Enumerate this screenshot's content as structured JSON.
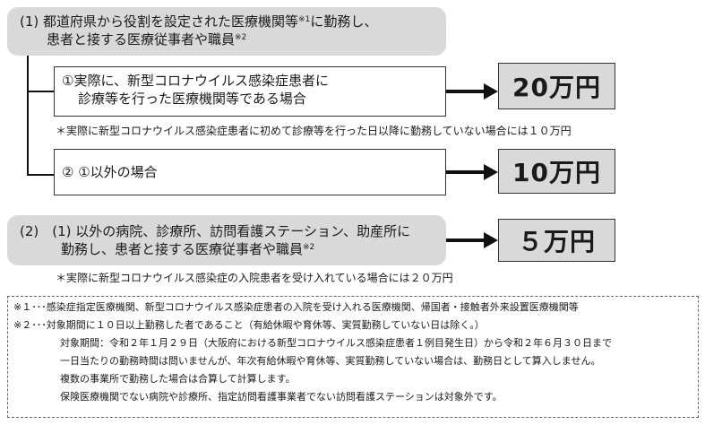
{
  "category1": {
    "line1": "(1) 都道府県から役割を設定された医療機関等",
    "sup1": "※1",
    "line1_tail": "に勤務し、",
    "line2": "患者と接する医療従事者や職員",
    "sup2": "※2"
  },
  "option1": {
    "line1": "①実際に、新型コロナウイルス感染症患者に",
    "line2": "診療等を行った医療機関等である場合",
    "amount": "20万円",
    "note": "＊実際に新型コロナウイルス感染症患者に初めて診療等を行った日以降に勤務していない場合には１０万円"
  },
  "option2": {
    "label": "② ①以外の場合",
    "amount": "10万円"
  },
  "category2": {
    "line1": "(2)　(1) 以外の病院、診療所、訪問看護ステーション、助産所に",
    "line2": "勤務し、患者と接する医療従事者や職員",
    "sup": "※2",
    "amount": "５万円",
    "note": "＊実際に新型コロナウイルス感染症の入院患者を受け入れている場合には２０万円"
  },
  "footnotes": {
    "n1": "※１･･･感染症指定医療機関、新型コロナウイルス感染症患者の入院を受け入れる医療機関、帰国者・接触者外来設置医療機関等",
    "n2": "※２･･･対象期間に１０日以上勤務した者であること（有給休暇や育休等、実質勤務していない日は除く。）",
    "n2_period": "対象期間：令和２年１月２９日（大阪府における新型コロナウイルス感染症患者１例目発生日）から令和２年６月３０日まで",
    "n2_hours": "一日当たりの勤務時間は問いませんが、年次有給休暇や育休等、実質勤務していない場合は、勤務日として算入しません。",
    "n2_multi": "複数の事業所で勤務した場合は合算して計算します。",
    "n2_excluded": "保険医療機関でない病院や診療所、指定訪問看護事業者でない訪問看護ステーションは対象外です。"
  }
}
